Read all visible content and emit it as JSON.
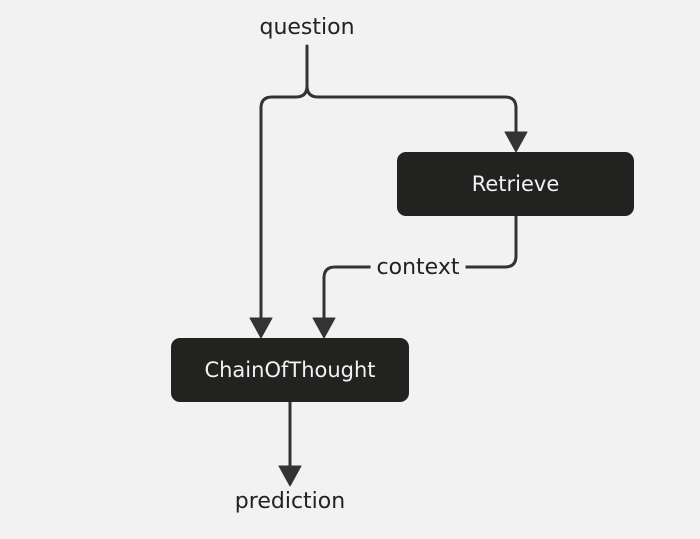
{
  "diagram": {
    "input_label": "question",
    "edge_label": "context",
    "output_label": "prediction",
    "nodes": {
      "retrieve": "Retrieve",
      "chain_of_thought": "ChainOfThought"
    }
  },
  "colors": {
    "background": "#f2f2f2",
    "node_fill": "#222220",
    "node_text": "#f2f2f2",
    "edge": "#333333",
    "text": "#222222"
  }
}
